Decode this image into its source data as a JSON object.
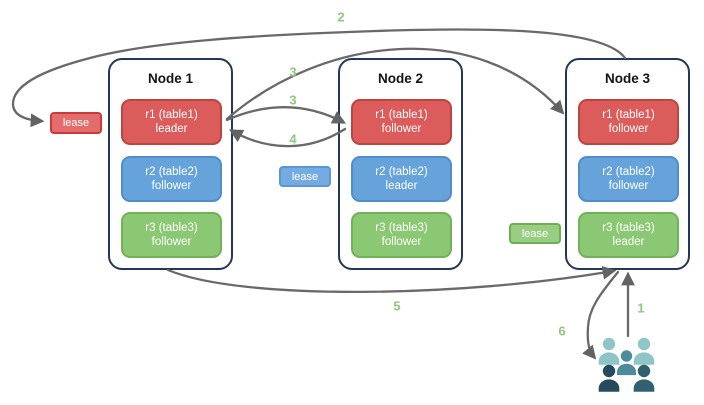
{
  "nodes": [
    {
      "title": "Node 1",
      "replicas": [
        {
          "range": "r1 (table1)",
          "role": "leader",
          "color": "red"
        },
        {
          "range": "r2 (table2)",
          "role": "follower",
          "color": "blue"
        },
        {
          "range": "r3 (table3)",
          "role": "follower",
          "color": "green"
        }
      ]
    },
    {
      "title": "Node 2",
      "replicas": [
        {
          "range": "r1 (table1)",
          "role": "follower",
          "color": "red"
        },
        {
          "range": "r2 (table2)",
          "role": "leader",
          "color": "blue"
        },
        {
          "range": "r3 (table3)",
          "role": "follower",
          "color": "green"
        }
      ]
    },
    {
      "title": "Node 3",
      "replicas": [
        {
          "range": "r1 (table1)",
          "role": "follower",
          "color": "red"
        },
        {
          "range": "r2 (table2)",
          "role": "follower",
          "color": "blue"
        },
        {
          "range": "r3 (table3)",
          "role": "leader",
          "color": "green"
        }
      ]
    }
  ],
  "leases": [
    {
      "label": "lease",
      "color": "red"
    },
    {
      "label": "lease",
      "color": "blue"
    },
    {
      "label": "lease",
      "color": "green"
    }
  ],
  "steps": {
    "one": "1",
    "two": "2",
    "three_upper": "3",
    "three_lower": "3",
    "four": "4",
    "five": "5",
    "six": "6"
  },
  "icons": {
    "clients": "users-group-icon"
  },
  "colors": {
    "replica_red": "#dc5b5b",
    "replica_red_border": "#bc4540",
    "replica_blue": "#66a3da",
    "replica_blue_border": "#4f8ecb",
    "replica_green": "#8bc873",
    "replica_green_border": "#72b158",
    "lease_red": "#e36d6d",
    "lease_red_border": "#cb3a3a",
    "lease_blue": "#74abe0",
    "lease_blue_border": "#5b97d4",
    "lease_green": "#98cd82",
    "lease_green_border": "#6fae54",
    "node_border": "#24375a",
    "arrow": "#696969",
    "step_number": "#8dc97d",
    "people_light": "#8fc6c5",
    "people_medium": "#4d8b9b",
    "people_dark": "#26495d",
    "people_dark_alt": "#33606f"
  }
}
